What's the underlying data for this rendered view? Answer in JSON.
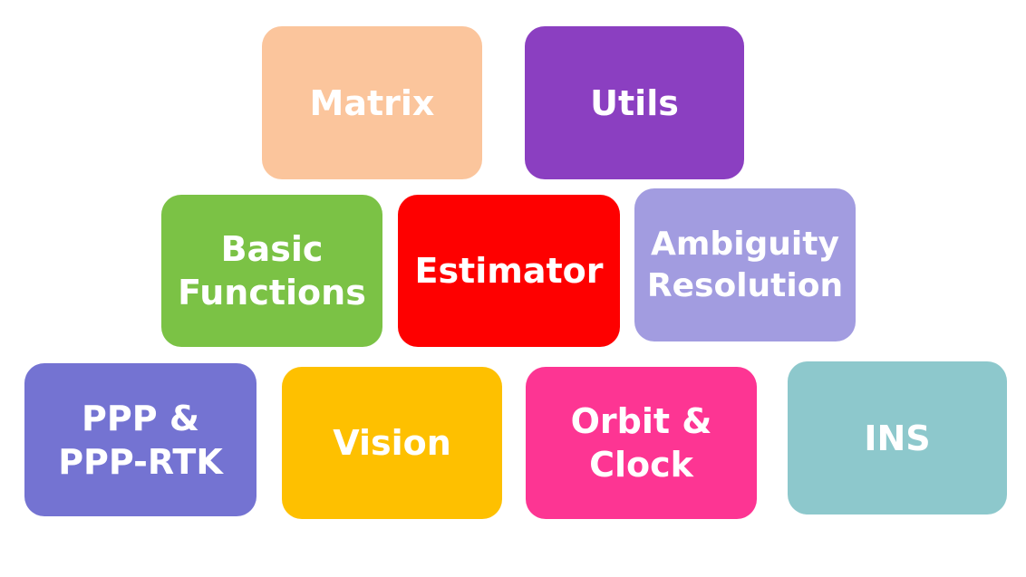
{
  "blocks": {
    "matrix": {
      "lines": [
        "Matrix"
      ],
      "color": "#fbc59c"
    },
    "utils": {
      "lines": [
        "Utils"
      ],
      "color": "#8b3fc1"
    },
    "basic": {
      "lines": [
        "Basic",
        "Functions"
      ],
      "color": "#7bc245"
    },
    "estimator": {
      "lines": [
        "Estimator"
      ],
      "color": "#fe0000"
    },
    "ambiguity": {
      "lines": [
        "Ambiguity",
        "Resolution"
      ],
      "color": "#a29ce0"
    },
    "ppp": {
      "lines": [
        "PPP &",
        "PPP-RTK"
      ],
      "color": "#7473d2"
    },
    "vision": {
      "lines": [
        "Vision"
      ],
      "color": "#fec000"
    },
    "orbit": {
      "lines": [
        "Orbit &",
        "Clock"
      ],
      "color": "#fd3593"
    },
    "ins": {
      "lines": [
        "INS"
      ],
      "color": "#8dc8cc"
    }
  }
}
